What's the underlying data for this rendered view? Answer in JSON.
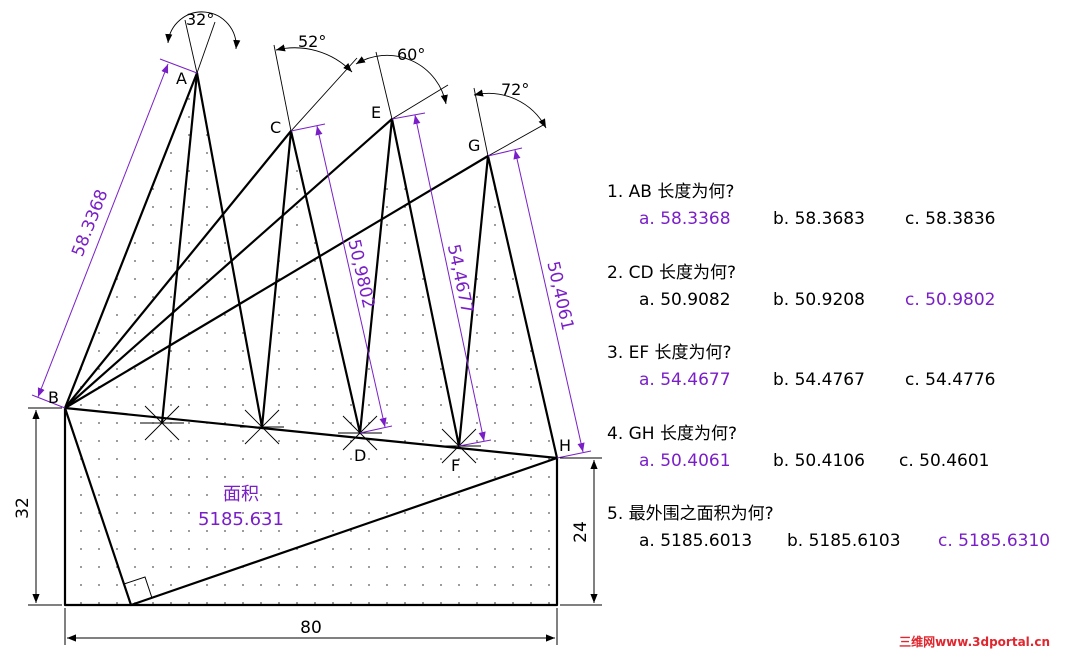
{
  "points": {
    "A": "A",
    "B": "B",
    "C": "C",
    "D": "D",
    "E": "E",
    "F": "F",
    "G": "G",
    "H": "H"
  },
  "angles": {
    "a1": "32°",
    "a2": "52°",
    "a3": "60°",
    "a4": "72°"
  },
  "dimensions": {
    "ab": "58.3368",
    "cd": "50,9802",
    "ef": "54,4677",
    "gh": "50,4061",
    "left_height": "32",
    "right_height": "24",
    "bottom_width": "80"
  },
  "area": {
    "label": "面积",
    "value": "5185.631"
  },
  "questions": [
    {
      "title": "1. AB 长度为何?",
      "options": [
        "a. 58.3368",
        "b. 58.3683",
        "c. 58.3836"
      ],
      "correct": 0
    },
    {
      "title": "2. CD 长度为何?",
      "options": [
        "a. 50.9082",
        "b. 50.9208",
        "c. 50.9802"
      ],
      "correct": 2
    },
    {
      "title": "3. EF 长度为何?",
      "options": [
        "a. 54.4677",
        "b. 54.4767",
        "c. 54.4776"
      ],
      "correct": 0
    },
    {
      "title": "4. GH 长度为何?",
      "options": [
        "a. 50.4061",
        "b. 50.4106",
        "c. 50.4601"
      ],
      "correct": 0
    },
    {
      "title": "5. 最外围之面积为何?",
      "options": [
        "a. 5185.6013",
        "b. 5185.6103",
        "c. 5185.6310"
      ],
      "correct": 2
    }
  ],
  "watermark": "三维网www.3dportal.cn",
  "colors": {
    "accent": "#7a1fc8",
    "line": "#000000",
    "watermark": "#e0262e"
  }
}
